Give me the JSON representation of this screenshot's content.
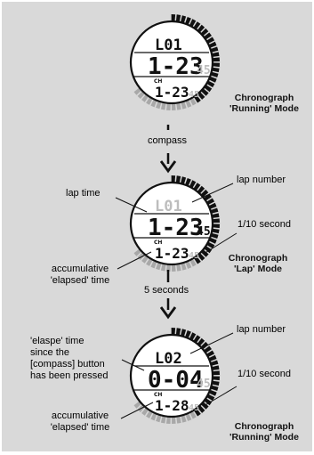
{
  "watches": [
    {
      "lap": "L01",
      "lap_ghost": false,
      "main": "1-23",
      "main_small": "45",
      "ch": "CH",
      "sub": "1-23",
      "sub_small": "45",
      "mode_line1": "Chronograph",
      "mode_line2": "'Running' Mode"
    },
    {
      "lap": "L01",
      "lap_ghost": true,
      "main": "1-23",
      "main_small": "45",
      "ch": "CH",
      "sub": "1-23",
      "sub_small": "45",
      "mode_line1": "Chronograph",
      "mode_line2": "'Lap' Mode"
    },
    {
      "lap": "L02",
      "lap_ghost": false,
      "main": "0-04",
      "main_small": "45",
      "ch": "CH",
      "sub": "1-28",
      "sub_small": "45",
      "mode_line1": "Chronograph",
      "mode_line2": "'Running' Mode"
    }
  ],
  "arrows": {
    "first": "compass",
    "second": "5 seconds"
  },
  "labels": {
    "lap_time": "lap time",
    "lap_number_1": "lap number",
    "tenth_second_1": "1/10 second",
    "accum_1_line1": "accumulative",
    "accum_1_line2": "'elapsed' time",
    "elapse_line1": "'elaspe' time",
    "elapse_line2": "since the",
    "elapse_line3": "[compass] button",
    "elapse_line4": "has been pressed",
    "lap_number_2": "lap number",
    "tenth_second_2": "1/10 second",
    "accum_2_line1": "accumulative",
    "accum_2_line2": "'elapsed' time"
  },
  "colors": {
    "background": "#d9d9d9",
    "ink": "#111111",
    "ghost_digit": "#bdbdbd",
    "segment_dark": "#111111",
    "segment_light": "#a8a8a8"
  }
}
